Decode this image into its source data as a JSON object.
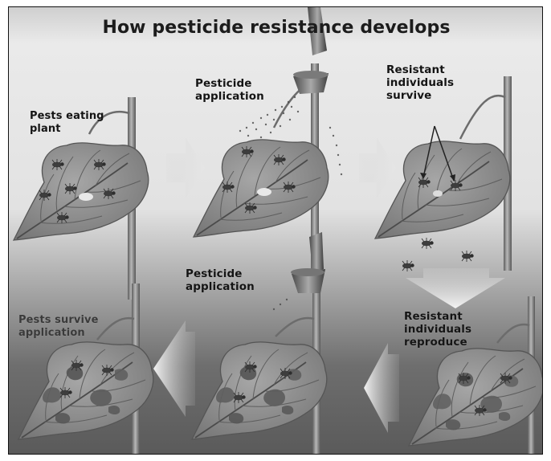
{
  "title": "How pesticide resistance develops",
  "panels": {
    "pests_eating": {
      "line1": "Pests eating",
      "line2": "plant"
    },
    "application_top": {
      "line1": "Pesticide",
      "line2": "application"
    },
    "resistant_survive": {
      "line1": "Resistant",
      "line2": "individuals",
      "line3": "survive"
    },
    "application_bottom": {
      "line1": "Pesticide",
      "line2": "application"
    },
    "pests_survive": {
      "line1": "Pests survive",
      "line2": "application"
    },
    "resistant_reproduce": {
      "line1": "Resistant",
      "line2": "individuals",
      "line3": "reproduce"
    }
  },
  "icons": [
    "plant-stem-icon",
    "leaf-icon",
    "pest-insect-icon",
    "pesticide-sprayer-icon",
    "process-arrow-icon"
  ],
  "colors": {
    "top_gradient": "#eaeaea",
    "bottom_gradient": "#5a5a5a",
    "leaf": "#8c8c8c",
    "stem": "#7e7e7e",
    "text": "#151515"
  }
}
